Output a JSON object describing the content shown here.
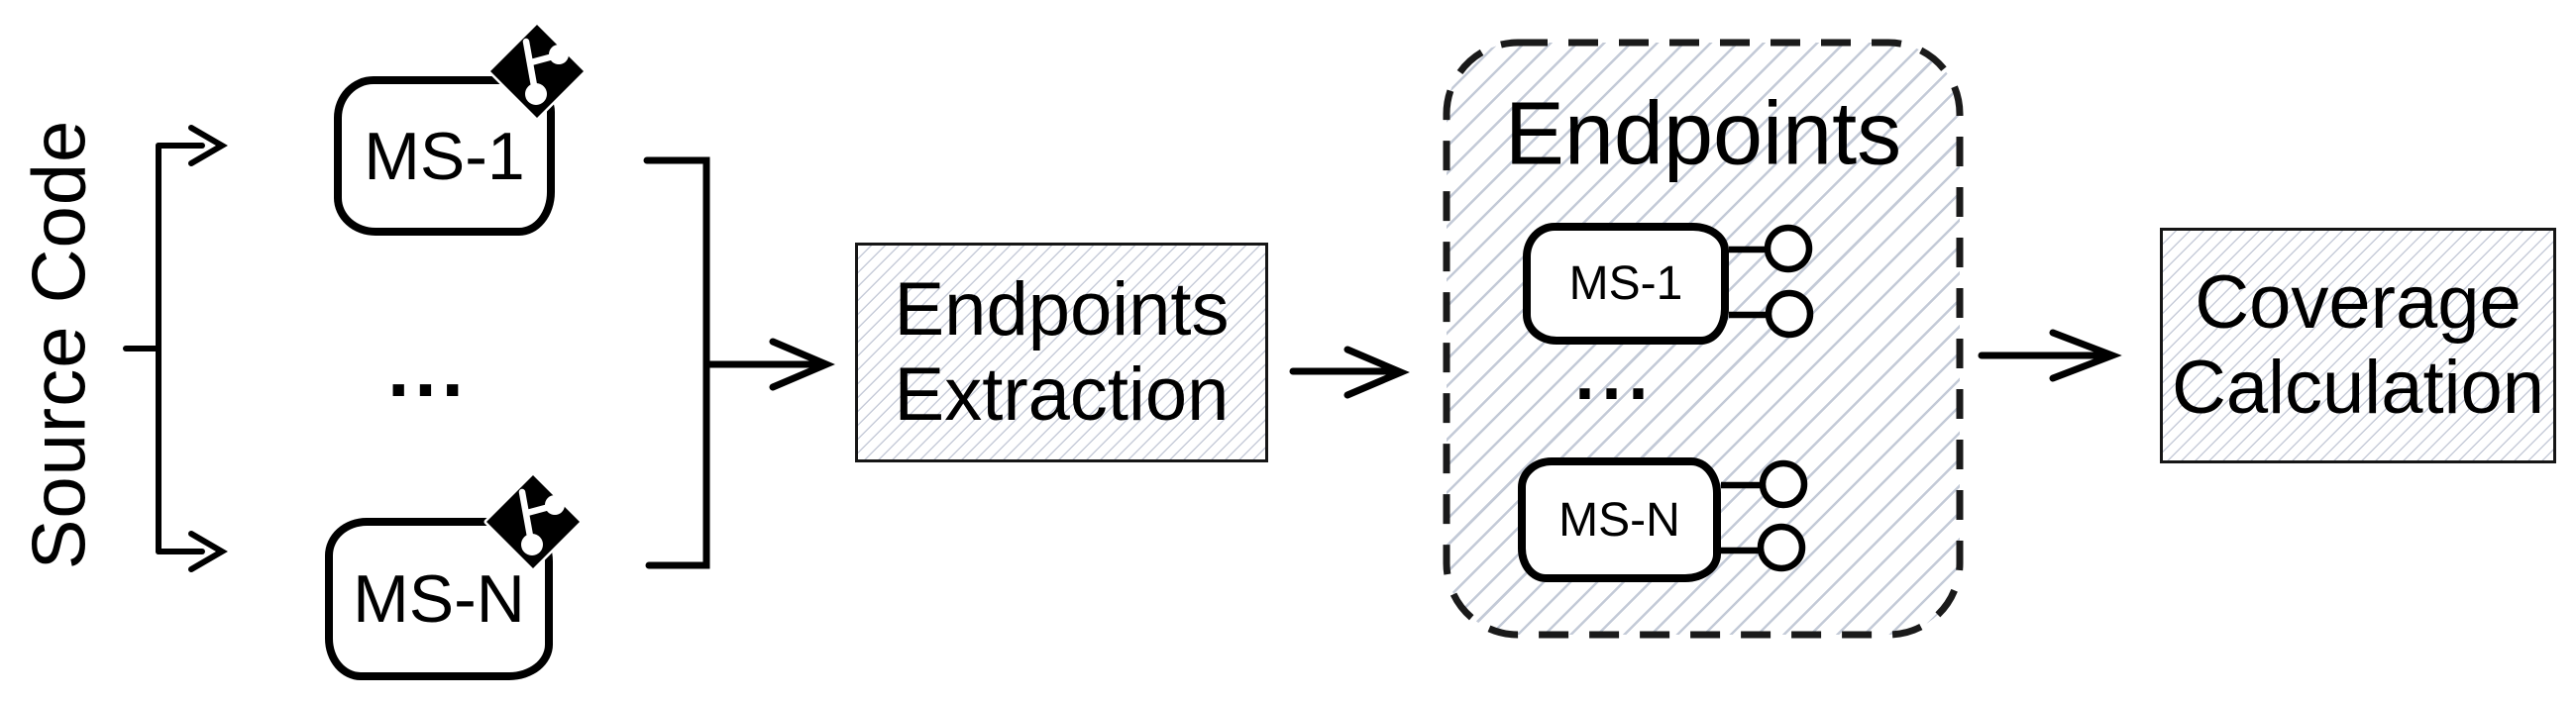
{
  "figure": {
    "type": "microservices-endpoint-coverage-pipeline"
  },
  "labels": {
    "source_code": "Source Code"
  },
  "source_repos": {
    "items": [
      {
        "label": "MS-1",
        "icon": "git-icon"
      },
      {
        "label": "MS-N",
        "icon": "git-icon"
      }
    ],
    "ellipsis": "..."
  },
  "steps": {
    "extraction": {
      "line1": "Endpoints",
      "line2": "Extraction"
    },
    "coverage": {
      "line1": "Coverage",
      "line2": "Calculation"
    }
  },
  "endpoints_container": {
    "title": "Endpoints",
    "services": [
      {
        "label": "MS-1",
        "endpoint_count": 2
      },
      {
        "label": "MS-N",
        "endpoint_count": 2
      }
    ],
    "ellipsis": "..."
  },
  "colors": {
    "line": "#000000",
    "process_border": "#161616",
    "hatch_fine": "#c7ccd9",
    "hatch_coarse": "#c3cad7",
    "git_icon_bg": "#000000",
    "git_icon_glyph": "#ffffff"
  }
}
